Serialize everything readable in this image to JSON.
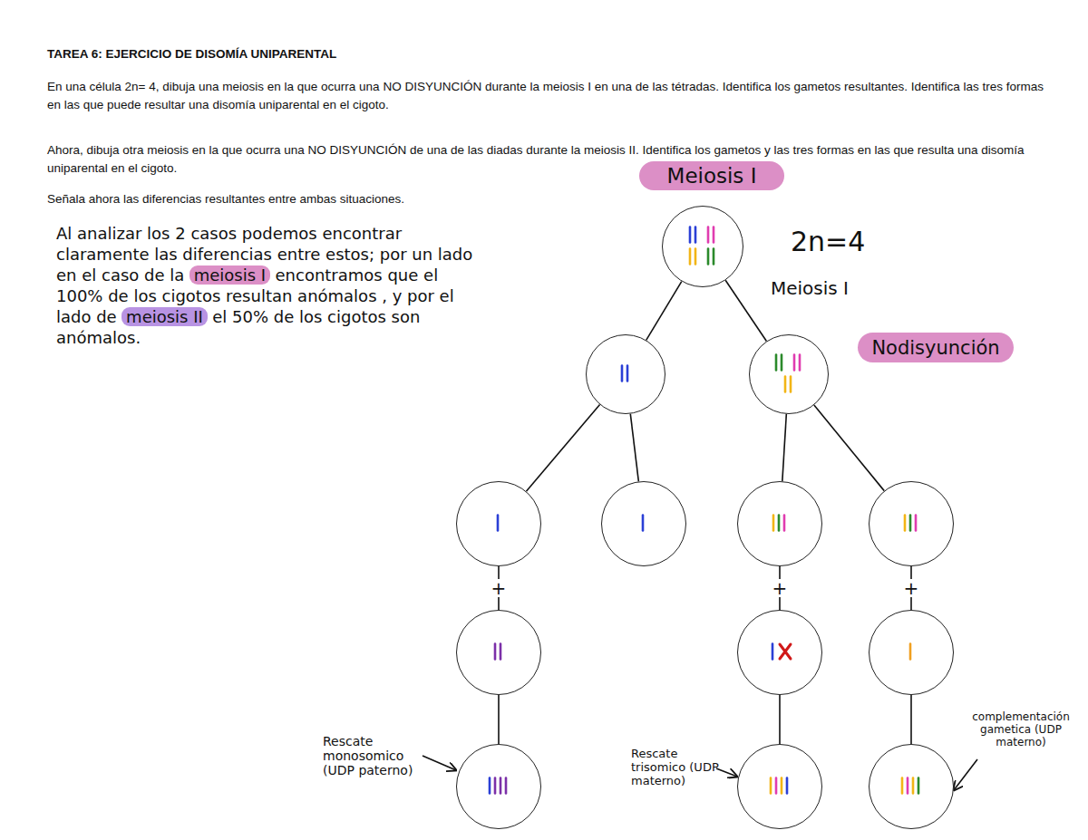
{
  "diagram": {
    "title": "TAREA 6: EJERCICIO DE DISOMÍA UNIPARENTAL",
    "nodes": [
      {
        "text": [
          "Meiosis I"
        ]
      },
      {
        "text": []
      },
      {
        "text": [
          "Nodisyunción"
        ]
      },
      {
        "text": []
      },
      {
        "text": []
      },
      {
        "text": []
      },
      {
        "text": []
      },
      {
        "text": []
      },
      {
        "text": []
      },
      {
        "text": []
      },
      {
        "text": []
      },
      {
        "text": []
      },
      {
        "text": []
      },
      {
        "text": []
      },
      {
        "text": []
      }
    ],
    "edges": [
      {
        "from": 1,
        "to": 3,
        "arrow": "none"
      },
      {
        "from": 1,
        "to": 4,
        "arrow": "none"
      },
      {
        "from": 3,
        "to": 5,
        "arrow": "none"
      },
      {
        "from": 3,
        "to": 6,
        "arrow": "none"
      },
      {
        "from": 4,
        "to": 7,
        "arrow": "none"
      },
      {
        "from": 4,
        "to": 8,
        "arrow": "none"
      },
      {
        "from": 5,
        "to": 9,
        "label": "+",
        "arrow": "none"
      },
      {
        "from": 7,
        "to": 10,
        "label": "+",
        "arrow": "none"
      },
      {
        "from": 8,
        "to": 11,
        "label": "+",
        "arrow": "none"
      },
      {
        "from": 9,
        "to": 12,
        "arrow": "none"
      },
      {
        "from": 10,
        "to": 13,
        "arrow": "none"
      },
      {
        "from": 11,
        "to": 14,
        "arrow": "none"
      }
    ],
    "labels": [
      "En una célula 2n= 4, dibuja una meiosis en la que ocurra una NO DISYUNCIÓN durante la meiosis I en una de las tétradas. Identifica los gametos resultantes. Identifica las tres formas en las que puede resultar una disomía uniparental en el cigoto.",
      "Ahora, dibuja otra meiosis en la que ocurra una NO DISYUNCIÓN de una de las diadas durante la meiosis II. Identifica los gametos y las tres formas en las que resulta una disomía uniparental en el cigoto.",
      "Señala ahora las diferencias resultantes entre ambas situaciones.",
      "Al analizar los 2 casos podemos encontrar claramente las diferencias entre estos; por un lado en el caso de la",
      "meiosis I",
      "encontramos que el 100% de los cigotos resultan anómalos , y por el lado de",
      "meiosis II",
      "el 50% de los cigotos son anómalos.",
      "2n=4",
      "Meiosis I",
      "Rescate monosomico (UDP paterno)",
      "Rescate trisomico (UDP materno)",
      "complementación gametica (UDP materno)"
    ]
  }
}
